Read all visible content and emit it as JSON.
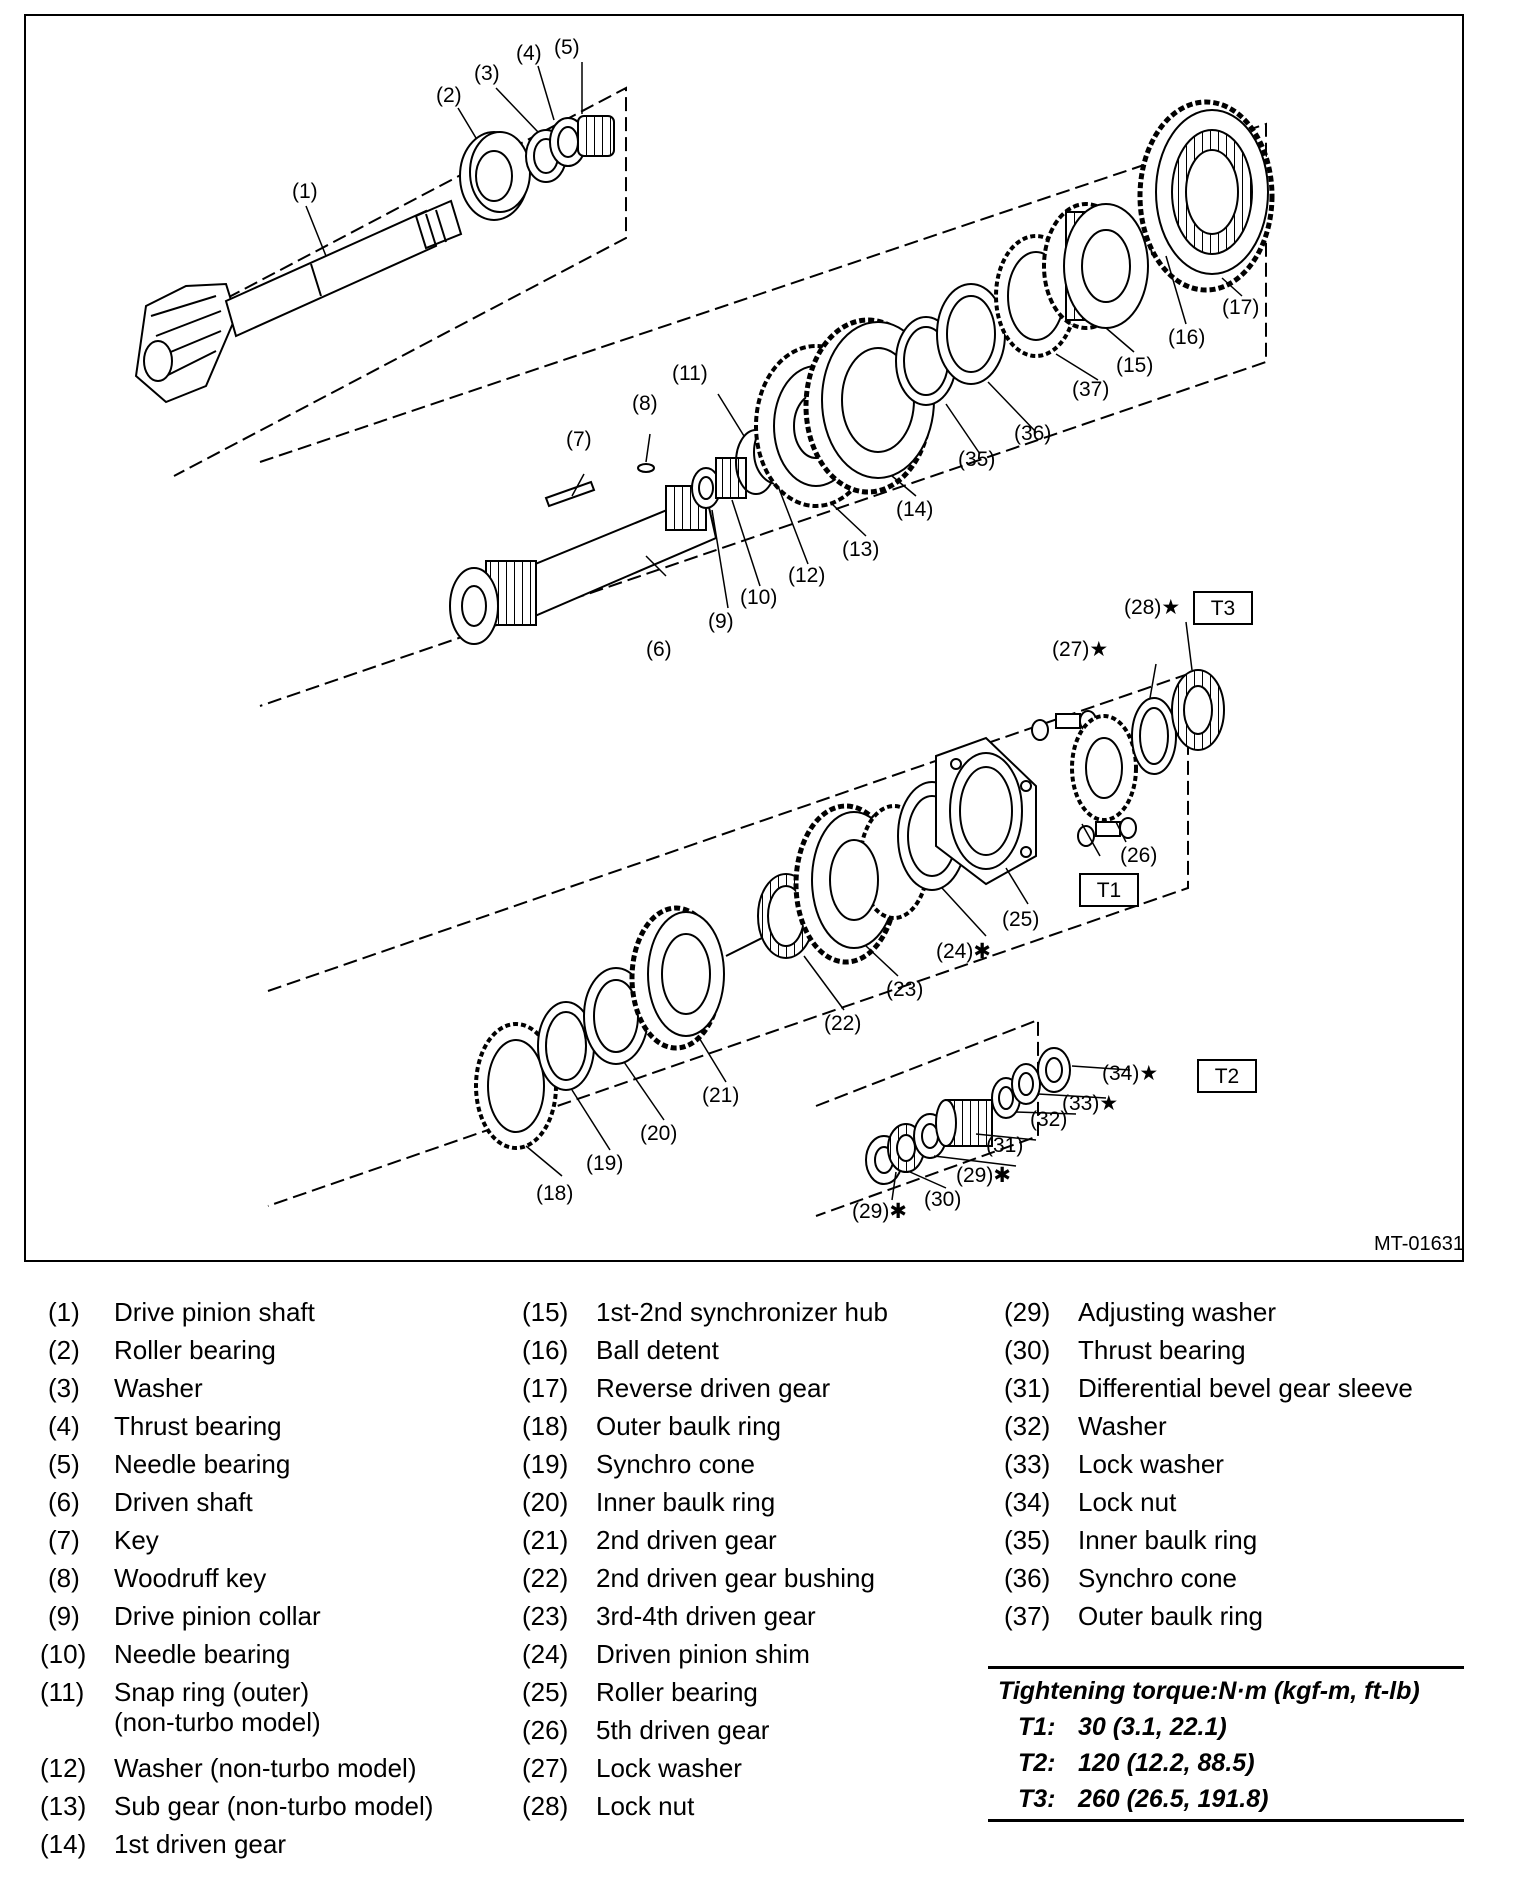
{
  "diagram": {
    "ref_code": "MT-01631",
    "callouts": {
      "c1": "(1)",
      "c2": "(2)",
      "c3": "(3)",
      "c4": "(4)",
      "c5": "(5)",
      "c6": "(6)",
      "c7": "(7)",
      "c8": "(8)",
      "c9": "(9)",
      "c10": "(10)",
      "c11": "(11)",
      "c12": "(12)",
      "c13": "(13)",
      "c14": "(14)",
      "c15": "(15)",
      "c16": "(16)",
      "c17": "(17)",
      "c18": "(18)",
      "c19": "(19)",
      "c20": "(20)",
      "c21": "(21)",
      "c22": "(22)",
      "c23": "(23)",
      "c24": "(24)✱",
      "c25": "(25)",
      "c26": "(26)",
      "c27": "(27)★",
      "c28": "(28)★",
      "c29a": "(29)✱",
      "c29b": "(29)✱",
      "c30": "(30)",
      "c31": "(31)",
      "c32": "(32)",
      "c33": "(33)★",
      "c34": "(34)★",
      "c35": "(35)",
      "c36": "(36)",
      "c37": "(37)",
      "t1": "T1",
      "t2": "T2",
      "t3": "T3"
    }
  },
  "legend": [
    {
      "num": "(1)",
      "name": "Drive pinion shaft"
    },
    {
      "num": "(2)",
      "name": "Roller bearing"
    },
    {
      "num": "(3)",
      "name": "Washer"
    },
    {
      "num": "(4)",
      "name": "Thrust bearing"
    },
    {
      "num": "(5)",
      "name": "Needle bearing"
    },
    {
      "num": "(6)",
      "name": "Driven shaft"
    },
    {
      "num": "(7)",
      "name": "Key"
    },
    {
      "num": "(8)",
      "name": "Woodruff key"
    },
    {
      "num": "(9)",
      "name": "Drive pinion collar"
    },
    {
      "num": "(10)",
      "name": "Needle bearing"
    },
    {
      "num": "(11)",
      "name": "Snap ring (outer)",
      "name2": "(non-turbo model)"
    },
    {
      "num": "(12)",
      "name": "Washer (non-turbo model)"
    },
    {
      "num": "(13)",
      "name": "Sub gear (non-turbo model)"
    },
    {
      "num": "(14)",
      "name": "1st driven gear"
    },
    {
      "num": "(15)",
      "name": "1st-2nd synchronizer hub"
    },
    {
      "num": "(16)",
      "name": "Ball detent"
    },
    {
      "num": "(17)",
      "name": "Reverse driven gear"
    },
    {
      "num": "(18)",
      "name": "Outer baulk ring"
    },
    {
      "num": "(19)",
      "name": "Synchro cone"
    },
    {
      "num": "(20)",
      "name": "Inner baulk ring"
    },
    {
      "num": "(21)",
      "name": "2nd driven gear"
    },
    {
      "num": "(22)",
      "name": "2nd driven gear bushing"
    },
    {
      "num": "(23)",
      "name": "3rd-4th driven gear"
    },
    {
      "num": "(24)",
      "name": "Driven pinion shim"
    },
    {
      "num": "(25)",
      "name": "Roller bearing"
    },
    {
      "num": "(26)",
      "name": "5th driven gear"
    },
    {
      "num": "(27)",
      "name": "Lock washer"
    },
    {
      "num": "(28)",
      "name": "Lock nut"
    },
    {
      "num": "(29)",
      "name": "Adjusting washer"
    },
    {
      "num": "(30)",
      "name": "Thrust bearing"
    },
    {
      "num": "(31)",
      "name": "Differential bevel gear sleeve"
    },
    {
      "num": "(32)",
      "name": "Washer"
    },
    {
      "num": "(33)",
      "name": "Lock washer"
    },
    {
      "num": "(34)",
      "name": "Lock nut"
    },
    {
      "num": "(35)",
      "name": "Inner baulk ring"
    },
    {
      "num": "(36)",
      "name": "Synchro cone"
    },
    {
      "num": "(37)",
      "name": "Outer baulk ring"
    }
  ],
  "torque": {
    "title": "Tightening torque:N·m (kgf-m, ft-lb)",
    "rows": [
      {
        "label": "T1:",
        "value": "30 (3.1, 22.1)"
      },
      {
        "label": "T2:",
        "value": "120 (12.2, 88.5)"
      },
      {
        "label": "T3:",
        "value": "260 (26.5, 191.8)"
      }
    ]
  }
}
